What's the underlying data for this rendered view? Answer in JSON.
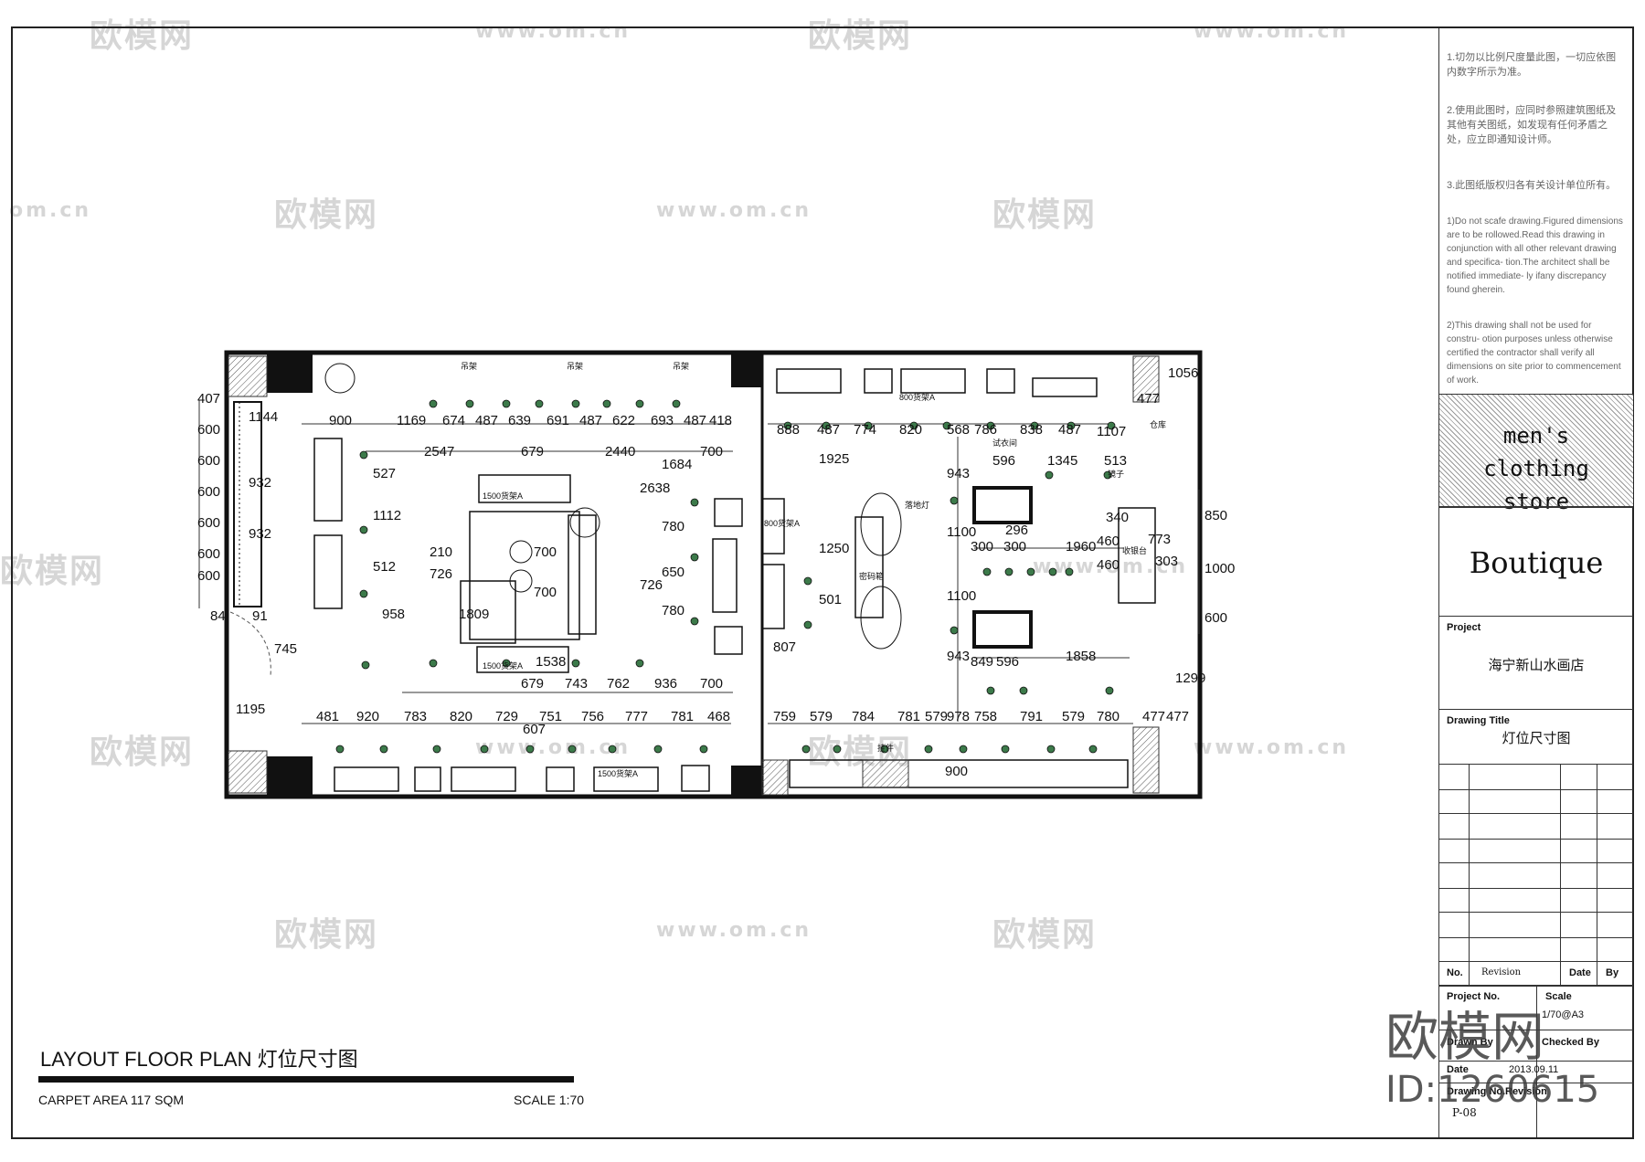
{
  "watermarks": {
    "brand": "欧模网",
    "url": "www.om.cn",
    "url_alt": "om.cn",
    "large_brand": "欧模网",
    "id": "ID:1260615"
  },
  "notes": {
    "cn1": "1.切勿以比例尺度量此图，一切应依图内数字所示为准。",
    "cn2": "2.使用此图时，应同时参照建筑图纸及其他有关图纸，如发现有任何矛盾之处，应立即通知设计师。",
    "cn3": "3.此图纸版权归各有关设计单位所有。",
    "en1": "1)Do not scafe drawing.Figured dimensions are to be rollowed.Read this drawing in conjunction with all other relevant drawing and specifica- tion.The architect shall be notified immediate- ly ifany discrepancy found gherein.",
    "en2": "2)This drawing shall not be used for constru- otion purposes unless otherwise certified the contractor shall verify all dimensions on site prior to commencement of work."
  },
  "title_block": {
    "store": "men's clothing store",
    "store_sub": "Boutique",
    "project_label": "Project",
    "project_value": "海宁新山水画店",
    "drawing_title_label": "Drawing Title",
    "drawing_title_value": "灯位尺寸图",
    "no_label": "No.",
    "revision_label": "Revision",
    "date_label": "Date",
    "by_label": "By",
    "project_no_label": "Project No.",
    "scale_label": "Scale",
    "scale_value": "1/70@A3",
    "drawn_by_label": "Drawn By",
    "checked_by_label": "Checked By",
    "date2_label": "Date",
    "date2_value": "2013.09.11",
    "drawing_no_label": "Drawing No.",
    "revision2_label": "Revision",
    "drawing_no_value": "P-08"
  },
  "plan_title": {
    "title": "LAYOUT FLOOR PLAN  灯位尺寸图",
    "area": "CARPET AREA 117 SQM",
    "scale": "SCALE 1:70"
  },
  "plan_labels": {
    "top_row": [
      "900",
      "1169",
      "674",
      "487",
      "639",
      "691",
      "487",
      "622",
      "693",
      "487",
      "418"
    ],
    "top_row2": [
      "888",
      "487",
      "774",
      "820",
      "568",
      "786",
      "838",
      "487"
    ],
    "row2": [
      "2547",
      "679",
      "2440",
      "700"
    ],
    "bottom_row": [
      "481",
      "920",
      "783",
      "820",
      "729",
      "751",
      "756",
      "777",
      "781",
      "468"
    ],
    "bottom_row_r": [
      "759",
      "579",
      "784",
      "781",
      "579",
      "758",
      "791",
      "579",
      "780",
      "477"
    ],
    "mid_left": [
      "1144",
      "932",
      "932",
      "1112",
      "527",
      "512",
      "726",
      "210",
      "1809",
      "958",
      "745",
      "1195",
      "700",
      "700"
    ],
    "mid_center": [
      "2638",
      "780",
      "650",
      "726",
      "780",
      "1684",
      "679",
      "743",
      "762",
      "936",
      "700",
      "1538",
      "607"
    ],
    "mid_right": [
      "1925",
      "1250",
      "501",
      "807",
      "943",
      "1100",
      "1100",
      "943",
      "296",
      "300",
      "300",
      "1960",
      "849",
      "596",
      "1858",
      "1345",
      "596",
      "513",
      "1107",
      "477",
      "1056",
      "850",
      "1000",
      "600",
      "773",
      "303",
      "460",
      "460",
      "340",
      "1299",
      "477",
      "978",
      "900"
    ],
    "left_stack": [
      "407",
      "600",
      "600",
      "600",
      "600",
      "600",
      "600",
      "84",
      "91"
    ],
    "furniture": [
      "1500货架A",
      "1500货架A",
      "1500货架A",
      "800货架A",
      "800货架A",
      "收银台",
      "密码箱",
      "挂件",
      "吊架",
      "吊架",
      "吊架",
      "试衣间",
      "仓库",
      "镜子",
      "落地灯"
    ]
  }
}
